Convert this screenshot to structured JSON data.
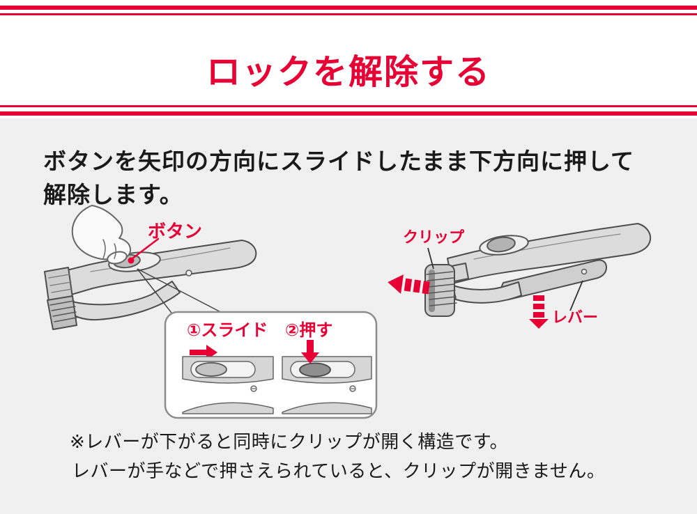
{
  "colors": {
    "accent_red": "#e60033",
    "page_background": "#f0f0f0",
    "title_band_background": "#ffffff",
    "device_fill": "#dcdcdc",
    "device_outline": "#4d4d4d",
    "text": "#1a1a1a"
  },
  "header": {
    "title": "ロックを解除する"
  },
  "instruction": {
    "line1": "ボタンを矢印の方向にスライドしたまま下方向に押して",
    "line2": "解除します。"
  },
  "figure_left": {
    "button_label": "ボタン"
  },
  "callout": {
    "step1_label": "①スライド",
    "step2_label": "②押す"
  },
  "figure_right": {
    "clip_label": "クリップ",
    "lever_label": "レバー"
  },
  "notes": {
    "line1": "※レバーが下がると同時にクリップが開く構造です。",
    "line2": "レバーが手などで押さえられていると、クリップが開きません。"
  }
}
